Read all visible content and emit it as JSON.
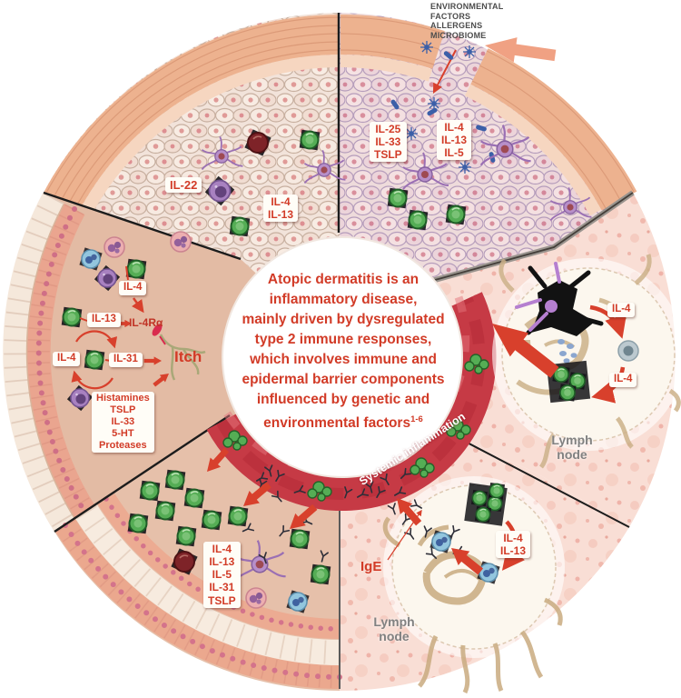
{
  "center": {
    "lines": [
      "Atopic dermatitis is an",
      "inflammatory disease,",
      "mainly driven by dysregulated",
      "type 2 immune responses,",
      "which involves immune and",
      "epidermal barrier components",
      "influenced by genetic and",
      "environmental factors"
    ],
    "sup": "1-6"
  },
  "env": {
    "lines": [
      "ENVIRONMENTAL",
      "FACTORS",
      "ALLERGENS",
      "MICROBIOME"
    ]
  },
  "labels": {
    "il22": "IL-22",
    "tl_cytokines": [
      "IL-4",
      "IL-13"
    ],
    "alarmins": [
      "IL-25",
      "IL-33",
      "TSLP"
    ],
    "tr_cytokines": [
      "IL-4",
      "IL-13",
      "IL-5"
    ],
    "itch_il4_top": "IL-4",
    "itch_il13": "IL-13",
    "il4ra": "IL-4Rα",
    "itch_il4_left": "IL-4",
    "il31": "IL-31",
    "itch": "Itch",
    "mediators": [
      "Histamines",
      "TSLP",
      "IL-33",
      "5-HT",
      "Proteases"
    ],
    "bottom_cytokines": [
      "IL-4",
      "IL-13",
      "IL-5",
      "IL-31",
      "TSLP"
    ],
    "node_upper_il4_a": "IL-4",
    "node_upper_il4_b": "IL-4",
    "node_lower_cytokines": [
      "IL-4",
      "IL-13"
    ],
    "ige": "IgE",
    "systemic": "Systemic inflammation",
    "lymph": {
      "line1": "Lymph",
      "line2": "node"
    }
  },
  "colors": {
    "accent_red": "#d23b27",
    "vessel_red": "#c63a45",
    "green_cell": "#55ad55",
    "purple_cell": "#a881c0",
    "salmon_arrow": "#f0a183",
    "pink_tissue": "#f9ded5",
    "dermis_tan": "#e3bba4"
  }
}
